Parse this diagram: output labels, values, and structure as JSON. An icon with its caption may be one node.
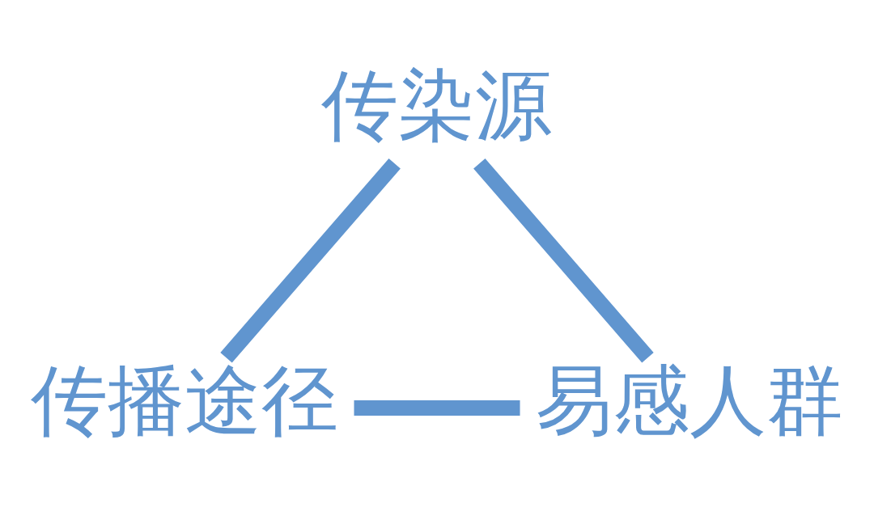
{
  "diagram": {
    "nodes": [
      {
        "text": [
          "传染源"
        ]
      },
      {
        "text": [
          "传播途径"
        ]
      },
      {
        "text": [
          "易感人群"
        ]
      }
    ],
    "edges": [
      {
        "from": 0,
        "to": 1,
        "arrow": "none"
      },
      {
        "from": 0,
        "to": 2,
        "arrow": "none"
      },
      {
        "from": 1,
        "to": 2,
        "arrow": "none"
      }
    ]
  }
}
